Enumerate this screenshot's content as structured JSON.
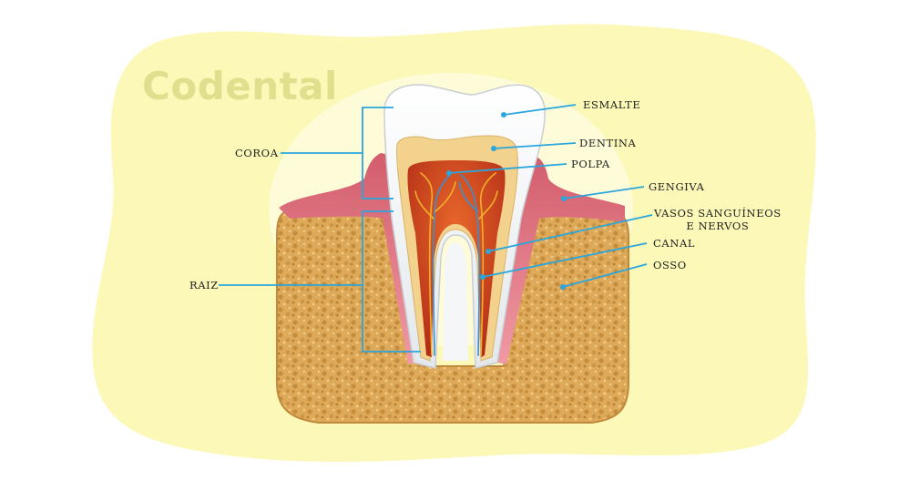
{
  "brand": {
    "name": "Codental"
  },
  "colors": {
    "background_blob": "#fbf8b8",
    "leader_line": "#2aa6dc",
    "enamel": "#f4f6f8",
    "dentin": "#f2d28c",
    "pulp": "#c9391c",
    "gum": "#e47a86",
    "bone": "#ddaa58"
  },
  "labels": {
    "esmalte": "ESMALTE",
    "dentina": "DENTINA",
    "polpa": "POLPA",
    "gengiva": "GENGIVA",
    "vasos_line1": "VASOS SANGUÍNEOS",
    "vasos_line2": "E NERVOS",
    "canal": "CANAL",
    "osso": "OSSO",
    "coroa": "COROA",
    "raiz": "RAIZ"
  }
}
